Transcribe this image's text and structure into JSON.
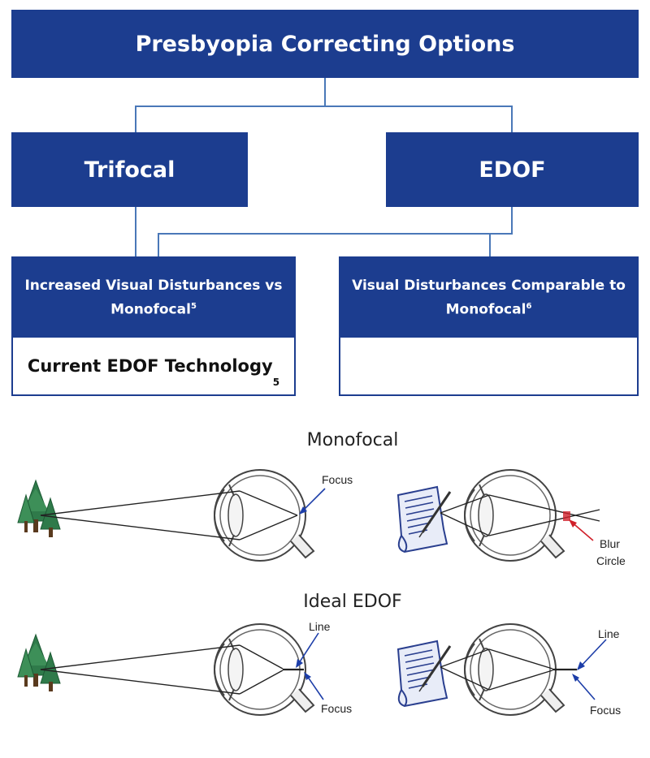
{
  "flowchart": {
    "title": "Presbyopia Correcting Options",
    "trifocal": "Trifocal",
    "edof": "EDOF",
    "left_header_line1": "Increased Visual Disturbances vs",
    "left_header_line2": "Monofocal",
    "left_header_sup": "5",
    "left_footer": "Current EDOF Technology",
    "left_footer_sup": "5",
    "right_header_line1": "Visual Disturbances Comparable to",
    "right_header_line2": "Monofocal",
    "right_header_sup": "6",
    "right_footer": ""
  },
  "diagrams": {
    "monofocal_label": "Monofocal",
    "ideal_label": "Ideal EDOF",
    "focus": "Focus",
    "blur": "Blur",
    "circle": "Circle",
    "line": "Line"
  },
  "colors": {
    "box_blue": "#1c3d8f",
    "connector": "#4a78b8",
    "pointer_blue": "#1c3da8",
    "pointer_red": "#d0202a"
  }
}
